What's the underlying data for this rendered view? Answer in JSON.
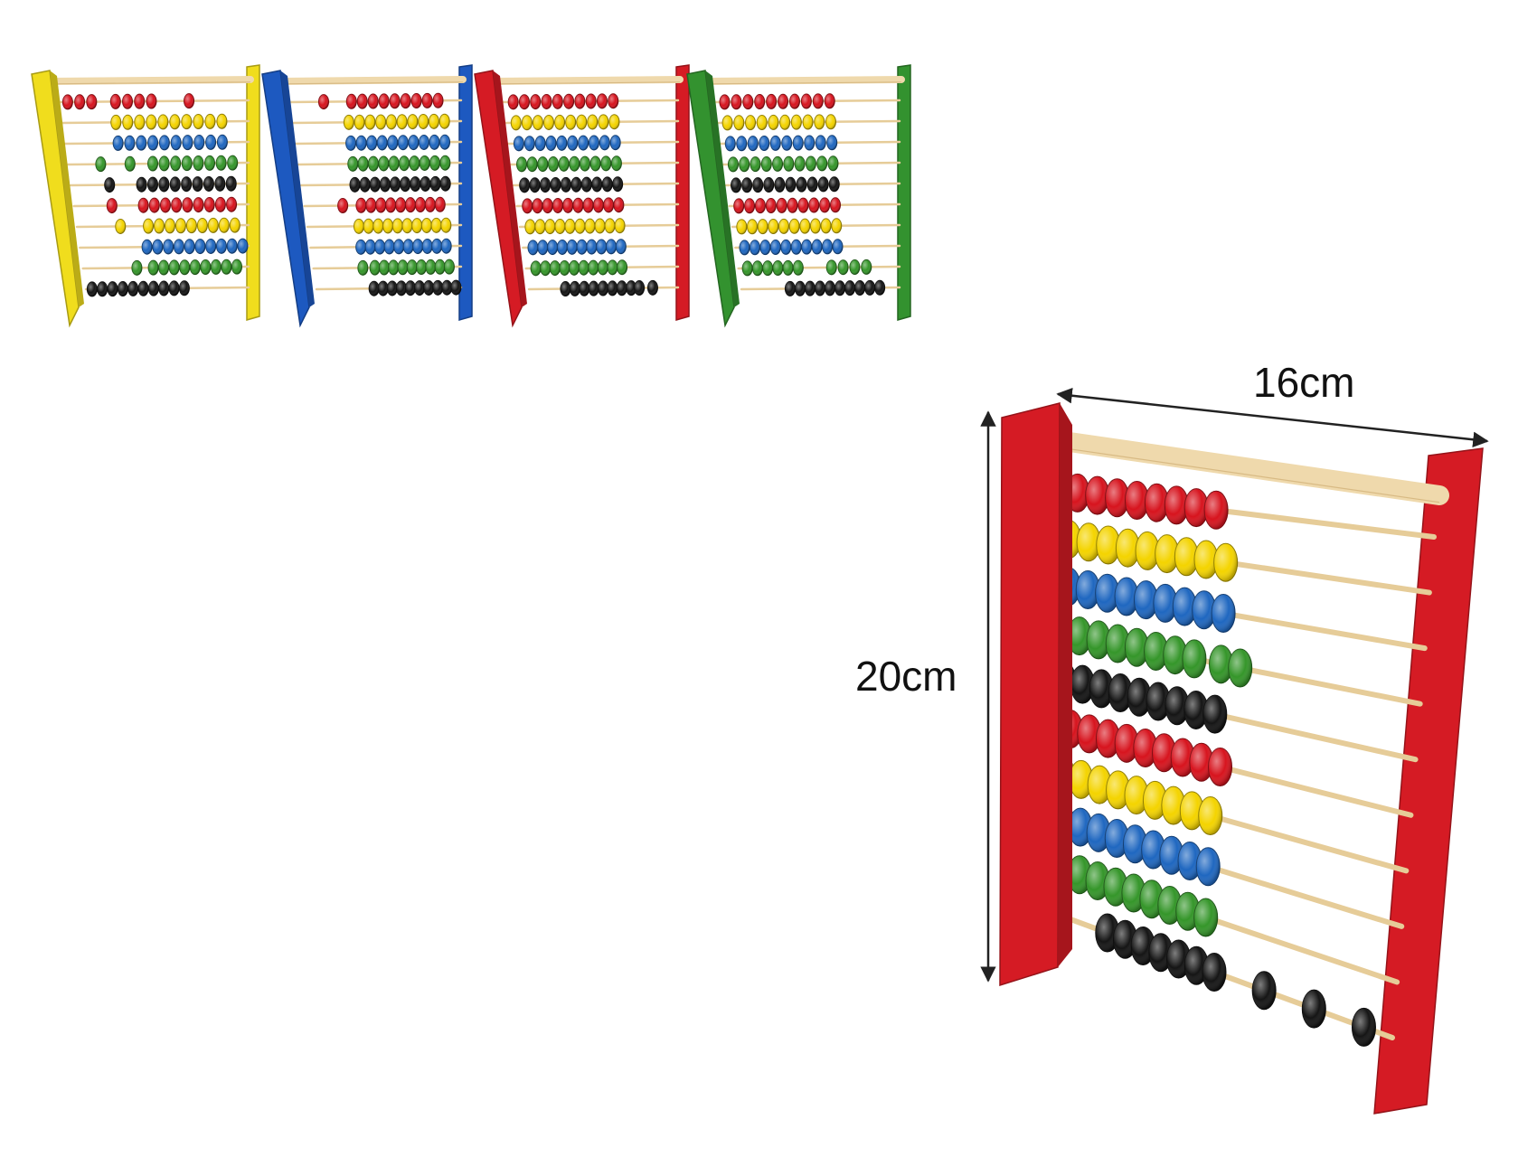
{
  "dimensions": {
    "width_label": "16cm",
    "height_label": "20cm"
  },
  "colors": {
    "background": "#ffffff",
    "wood": "#efd9ac",
    "wood_dark": "#cfae74",
    "rod": "#e6cc98",
    "arrow": "#222222",
    "bead_colors": [
      "#d7141e",
      "#f4d400",
      "#1f67c0",
      "#35962a",
      "#151515",
      "#d7141e",
      "#f4d400",
      "#1f67c0",
      "#35962a",
      "#151515"
    ]
  },
  "abacus_group": {
    "frame_colors": [
      "#f0dd1d",
      "#1d59c0",
      "#d51b24",
      "#33922f"
    ],
    "rows_per_abacus": 10,
    "beads_per_row": 10
  },
  "featured_abacus": {
    "frame_color": "#d51b24",
    "rows": 10,
    "beads_per_row": 10
  }
}
